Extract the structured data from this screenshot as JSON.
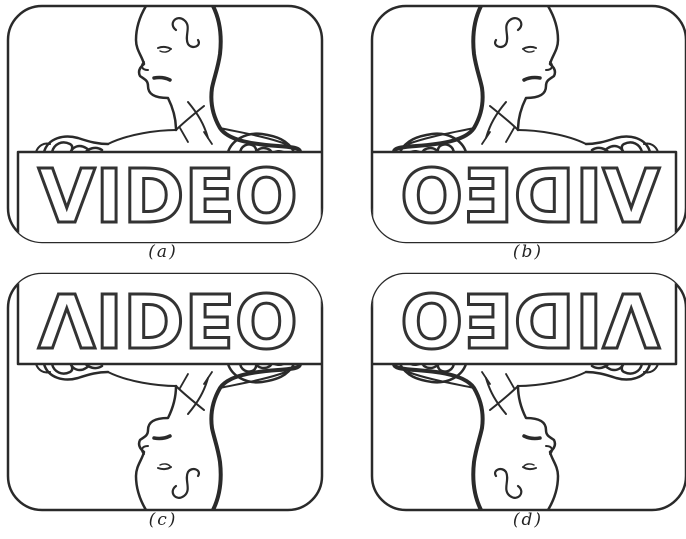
{
  "figure": {
    "sign_word": "VIDEO",
    "panels": [
      {
        "id": "a",
        "label": "(a)",
        "orientation": "normal"
      },
      {
        "id": "b",
        "label": "(b)",
        "orientation": "mirrored-horizontal"
      },
      {
        "id": "c",
        "label": "(c)",
        "orientation": "mirrored-vertical"
      },
      {
        "id": "d",
        "label": "(d)",
        "orientation": "rotated-180"
      }
    ],
    "colors": {
      "line": "#2a2a2a",
      "background": "#ffffff"
    }
  }
}
